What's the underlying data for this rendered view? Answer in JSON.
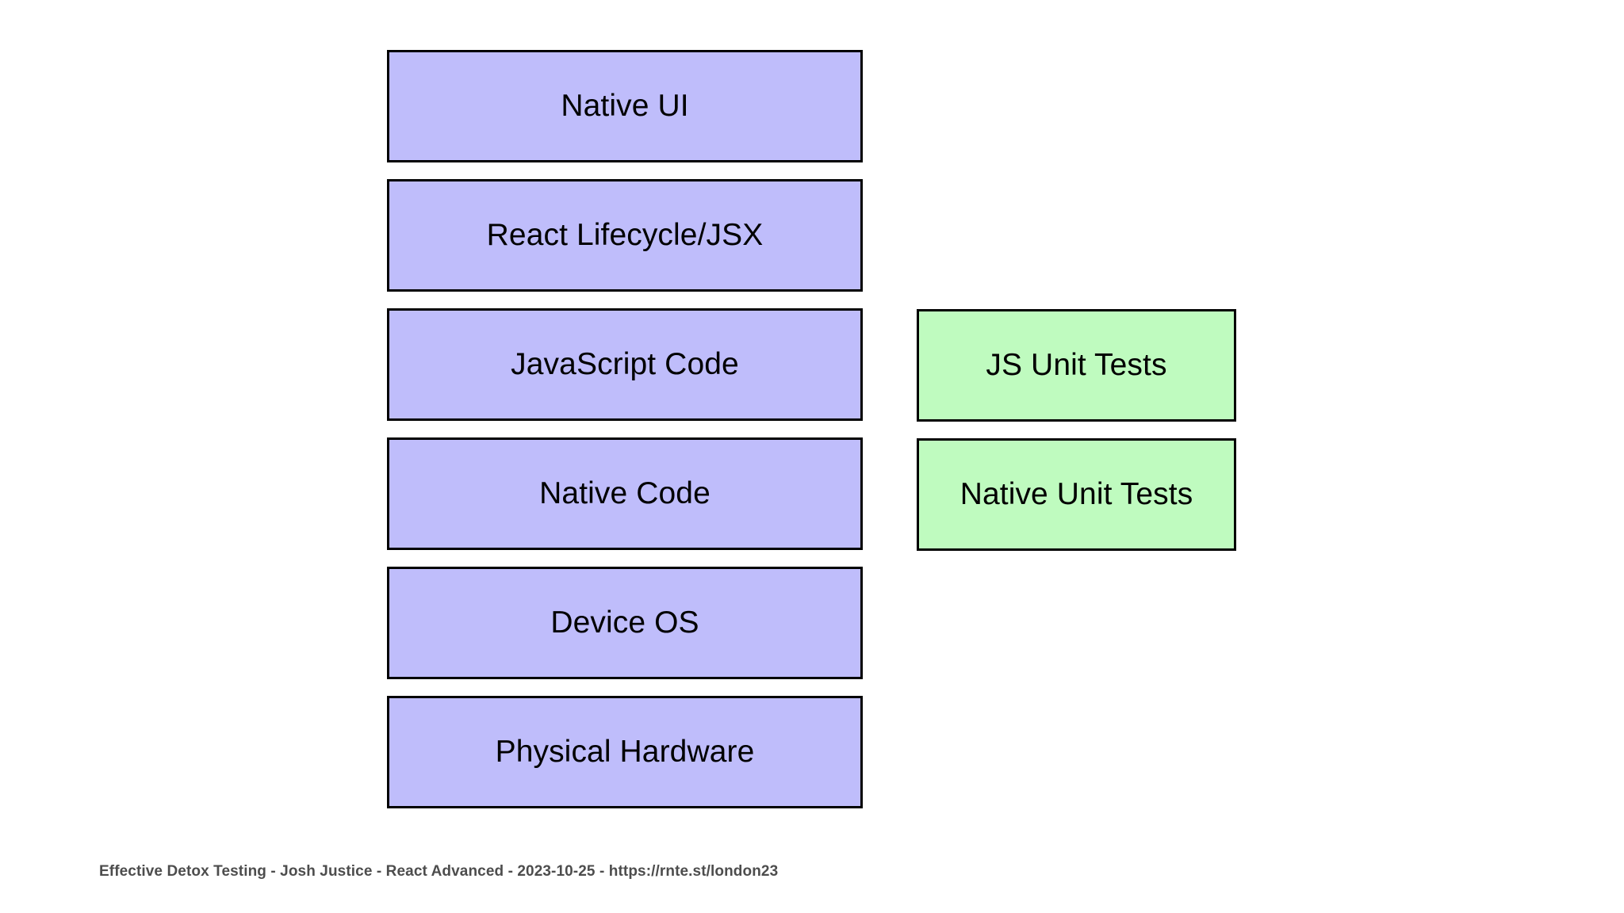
{
  "slide": {
    "background_color": "#ffffff",
    "platform_stack": {
      "fill_color": "#bfbdfb",
      "border_color": "#000000",
      "layers": [
        {
          "label": "Native UI"
        },
        {
          "label": "React Lifecycle/JSX"
        },
        {
          "label": "JavaScript Code"
        },
        {
          "label": "Native Code"
        },
        {
          "label": "Device OS"
        },
        {
          "label": "Physical Hardware"
        }
      ]
    },
    "tests_stack": {
      "fill_color": "#bffbbf",
      "border_color": "#000000",
      "layers": [
        {
          "label": "JS Unit Tests"
        },
        {
          "label": "Native Unit Tests"
        }
      ]
    },
    "footer": {
      "text": "Effective Detox Testing - Josh Justice - React Advanced - 2023-10-25 - https://rnte.st/london23",
      "color": "#4d4d4d"
    }
  }
}
